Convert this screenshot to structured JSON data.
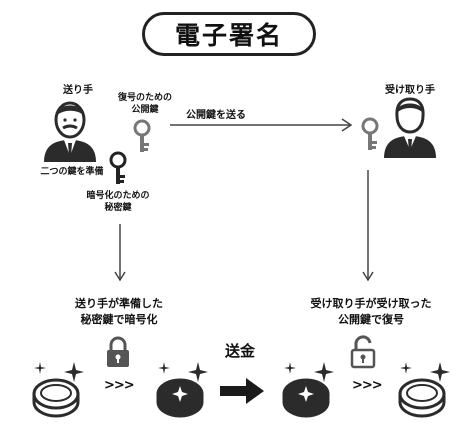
{
  "title": "電子署名",
  "sender": {
    "label": "送り手",
    "note": "二つの鍵を準備"
  },
  "receiver": {
    "label": "受け取り手"
  },
  "keys": {
    "public_key_purpose": [
      "復号のための",
      "公開鍵"
    ],
    "private_key_purpose": [
      "暗号化のための",
      "秘密鍵"
    ]
  },
  "arrow_label": "公開鍵を送る",
  "steps": {
    "encrypt": [
      "送り手が準備した",
      "秘密鍵で暗号化"
    ],
    "decrypt": [
      "受け取り手が受け取った",
      "公開鍵で復号"
    ]
  },
  "transfer_label": "送金",
  "chevrons": ">>>"
}
